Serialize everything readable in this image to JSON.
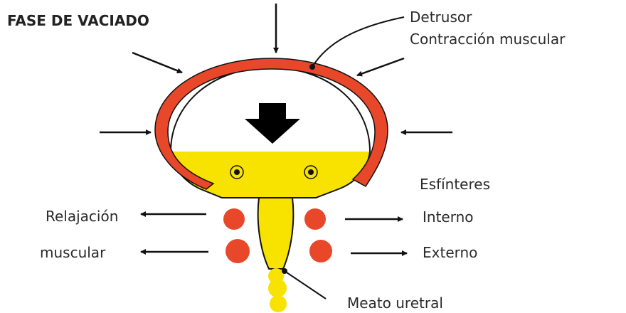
{
  "title": "FASE DE VACIADO",
  "labels": {
    "detrusor": "Detrusor",
    "contraccion": "Contracción muscular",
    "esfinteres": "Esfínteres",
    "relajacion": "Relajación",
    "muscular": "muscular",
    "interno": "Interno",
    "externo": "Externo",
    "meato": "Meato uretral"
  },
  "colors": {
    "muscle": "#e8472a",
    "urine": "#f7e200",
    "outline": "#111111"
  }
}
